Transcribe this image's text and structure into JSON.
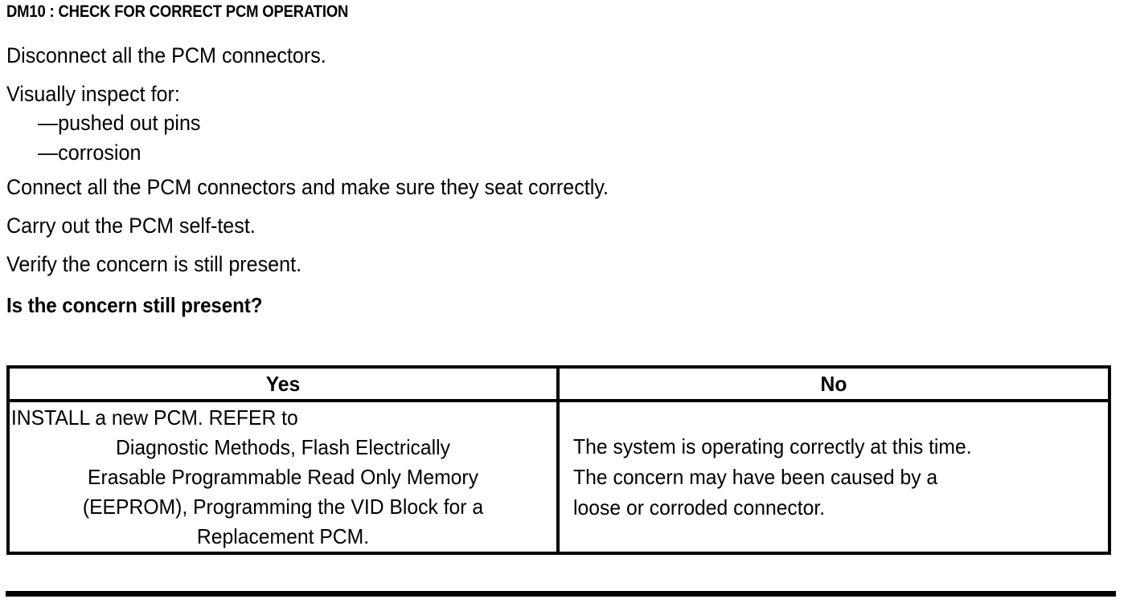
{
  "page": {
    "title": "DM10 : CHECK FOR CORRECT PCM OPERATION",
    "bottom_rule": "horizontal-rule"
  },
  "steps": [
    {
      "id": "step-disconnect",
      "text": "Disconnect all the PCM connectors.",
      "kind": "paragraph"
    },
    {
      "id": "step-inspect",
      "text": "Visually inspect for:",
      "kind": "paragraph"
    },
    {
      "id": "bullet-pushed-out-pins",
      "text": "—pushed out pins",
      "kind": "sub"
    },
    {
      "id": "bullet-corrosion",
      "text": "—corrosion",
      "kind": "sub"
    },
    {
      "id": "step-connect",
      "text": "Connect all the PCM connectors and make sure they seat correctly.",
      "kind": "paragraph"
    },
    {
      "id": "step-selftest",
      "text": "Carry out the PCM self-test.",
      "kind": "paragraph"
    },
    {
      "id": "step-verify",
      "text": "Verify the concern is still present.",
      "kind": "paragraph"
    },
    {
      "id": "step-question",
      "text": "Is the concern still present?",
      "kind": "question"
    }
  ],
  "decision_table": {
    "headers": {
      "yes": "Yes",
      "no": "No"
    },
    "yes_cell": {
      "full_text": "INSTALL a new PCM. REFER to Diagnostic Methods, Flash Electrically Erasable Programmable Read Only Memory (EEPROM), Programming the VID Block for a Replacement PCM.",
      "lines": [
        "INSTALL a new PCM. REFER to",
        "Diagnostic Methods, Flash Electrically",
        "Erasable Programmable Read Only Memory",
        "(EEPROM), Programming the VID Block for a",
        "Replacement PCM."
      ]
    },
    "no_cell": {
      "full_text": "The system is operating correctly at this time. The concern may have been caused by a loose or corroded connector.",
      "lines": [
        "The system is operating correctly at this time.",
        "The concern may have been caused by a",
        "loose or corroded connector."
      ]
    }
  },
  "colors": {
    "text": "#000000",
    "background": "#ffffff",
    "border": "#000000"
  }
}
